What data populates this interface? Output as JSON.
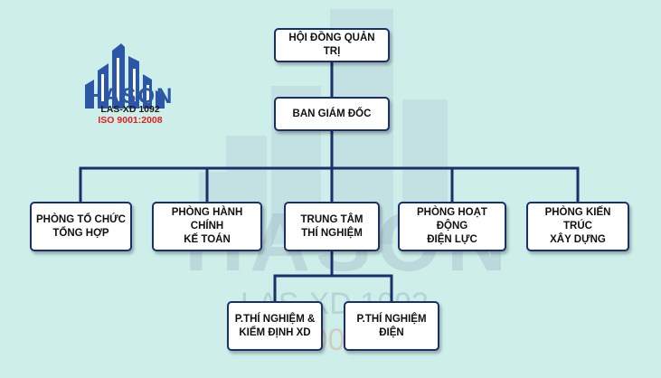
{
  "logo": {
    "brand": "HASON",
    "las": "LAS-XD 1092",
    "iso": "ISO 9001:2008"
  },
  "watermark": {
    "brand": "HASON",
    "las": "LAS-XD 1092",
    "iso": "ISO 9001:2008"
  },
  "org_chart": {
    "board": "HỘI ĐỒNG QUẢN TRỊ",
    "director": "BAN GIÁM ĐỐC",
    "departments": [
      "PHÒNG TỔ CHỨC\nTỔNG HỢP",
      "PHÒNG HÀNH CHÍNH\nKẾ TOÁN",
      "TRUNG TÂM\nTHÍ NGHIỆM",
      "PHÒNG HOẠT ĐỘNG\nĐIỆN LỰC",
      "PHÒNG KIẾN TRÚC\nXÂY DỰNG"
    ],
    "labs": [
      "P.THÍ NGHIỆM &\nKIỂM ĐỊNH XD",
      "P.THÍ NGHIỆM\nĐIỆN"
    ]
  },
  "colors": {
    "background": "#cdeee9",
    "connector": "#1a2f6b",
    "box_border": "#1a2f6b",
    "logo_blue": "#2b57a6",
    "logo_red": "#e02020"
  }
}
